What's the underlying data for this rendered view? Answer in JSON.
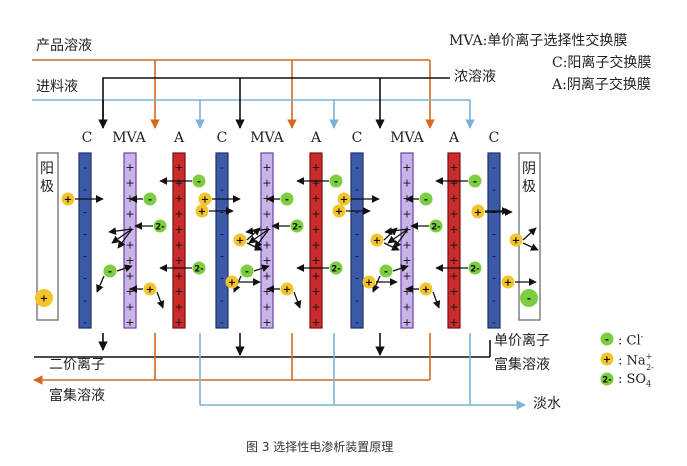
{
  "legend_top": {
    "mva": "MVA:单价离子选择性交换膜",
    "c": "C:阳离子交换膜",
    "a": "A:阴离子交换膜"
  },
  "streams": {
    "product": "产品溶液",
    "feed": "进料液",
    "concentrate": "浓溶液",
    "monovalent_line1": "单价离子",
    "monovalent_line2": "富集溶液",
    "divalent_line1": "二价离子",
    "divalent_line2": "富集溶液",
    "fresh": "淡水"
  },
  "membrane_labels": [
    "C",
    "MVA",
    "A",
    "C",
    "MVA",
    "A",
    "C",
    "MVA",
    "A",
    "C"
  ],
  "electrodes": {
    "anode": "阳极",
    "cathode": "阴极"
  },
  "ions": {
    "cl": "Cl",
    "cl_sup": "-",
    "na": "Na",
    "na_sup": "+",
    "so4": "SO",
    "so4_sub": "4",
    "so4_sup": "2-"
  },
  "ion_symbols": {
    "minus": "-",
    "plus": "+",
    "two_minus": "2-"
  },
  "colors": {
    "cation_membrane": "#3b5aa8",
    "mva_membrane": "#c8b4e8",
    "anion_membrane": "#cc2b2b",
    "product_line": "#d2691e",
    "feed_line": "#7ab3d6",
    "concentrate_line": "#111111",
    "na_ion": "#f3c42b",
    "anion_ion": "#7ccd3f"
  },
  "caption": "图 3 选择性电渗析装置原理"
}
